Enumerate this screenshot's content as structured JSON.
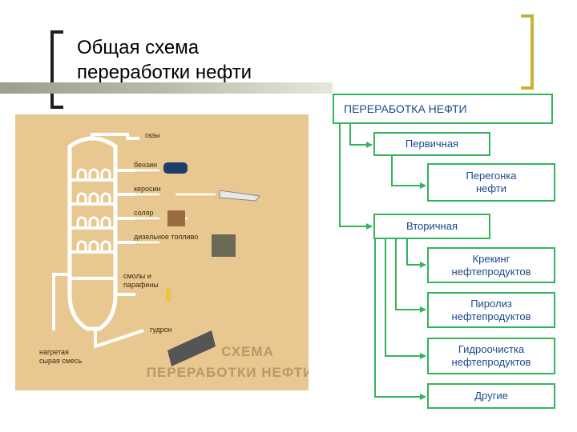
{
  "slide": {
    "title_line1": "Общая схема",
    "title_line2": "переработки нефти"
  },
  "picture": {
    "labels": {
      "gases": "газы",
      "gasoline": "бензин",
      "kerosene": "керосин",
      "solar": "соляр",
      "diesel": "дизельное топливо",
      "resins_line1": "смолы и",
      "resins_line2": "парафины",
      "tar": "гудрон",
      "feed_line1": "нагретая",
      "feed_line2": "сырая смесь"
    },
    "caption_line1": "СХЕМА",
    "caption_line2": "ПЕРЕРАБОТКИ НЕФТИ"
  },
  "tree": {
    "root": "ПЕРЕРАБОТКА НЕФТИ",
    "primary": "Первичная",
    "distillation_line1": "Перегонка",
    "distillation_line2": "нефти",
    "secondary": "Вторичная",
    "cracking_line1": "Крекинг",
    "cracking_line2": "нефтепродуктов",
    "pyrolysis_line1": "Пиролиз",
    "pyrolysis_line2": "нефтепродуктов",
    "hydrotreating_line1": "Гидроочистка",
    "hydrotreating_line2": "нефтепродуктов",
    "other": "Другие"
  },
  "colors": {
    "box_border": "#33b35a",
    "box_text": "#1a4a8a",
    "picture_bg": "#e8c890",
    "bracket_right": "#c9b23a"
  }
}
